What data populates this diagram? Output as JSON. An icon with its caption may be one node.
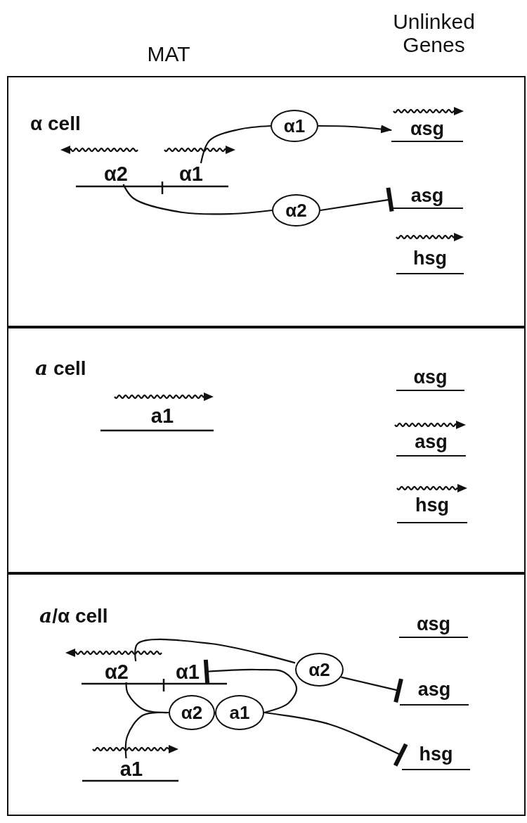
{
  "diagram": {
    "nodes": [
      {
        "text": [
          "α cell"
        ]
      },
      {
        "text": [
          "α2"
        ],
        "in": 0
      },
      {
        "text": [
          "α1"
        ],
        "in": 0
      },
      {
        "text": [
          "α1"
        ],
        "in": 0
      },
      {
        "text": [
          "α2"
        ],
        "in": 0
      },
      {
        "text": [
          "αsg"
        ],
        "in": 0
      },
      {
        "text": [
          "asg"
        ],
        "in": 0
      },
      {
        "text": [
          "hsg"
        ],
        "in": 0
      },
      {
        "text": [
          "*a* cell"
        ]
      },
      {
        "text": [
          "a1"
        ],
        "in": 8
      },
      {
        "text": [
          "αsg"
        ],
        "in": 8
      },
      {
        "text": [
          "asg"
        ],
        "in": 8
      },
      {
        "text": [
          "hsg"
        ],
        "in": 8
      },
      {
        "text": [
          "*a*/α cell"
        ]
      },
      {
        "text": [
          "α2"
        ],
        "in": 13
      },
      {
        "text": [
          "α1"
        ],
        "in": 13
      },
      {
        "text": [
          "a1"
        ],
        "in": 13
      },
      {
        "text": [
          "α2"
        ],
        "in": 13
      },
      {
        "text": [
          "α2"
        ],
        "in": 13
      },
      {
        "text": [
          "a1"
        ],
        "in": 13
      },
      {
        "text": [
          "αsg"
        ],
        "in": 13
      },
      {
        "text": [
          "asg"
        ],
        "in": 13
      },
      {
        "text": [
          "hsg"
        ],
        "in": 13
      }
    ],
    "edges": [
      {
        "from": 2,
        "to": 3,
        "arrow": "none"
      },
      {
        "from": 3,
        "to": 5,
        "arrow": "to"
      },
      {
        "from": 1,
        "to": 4,
        "arrow": "none"
      },
      {
        "from": 4,
        "to": 6,
        "arrow": "other"
      },
      {
        "from": 14,
        "to": 17,
        "arrow": "none"
      },
      {
        "from": 17,
        "to": 21,
        "arrow": "other"
      },
      {
        "from": 14,
        "to": 18,
        "arrow": "none"
      },
      {
        "from": 16,
        "to": 18,
        "arrow": "none"
      },
      {
        "from": 19,
        "to": 15,
        "arrow": "other"
      },
      {
        "from": 19,
        "to": 22,
        "arrow": "other"
      }
    ],
    "labels": [
      "MAT",
      "Unlinked Genes"
    ]
  }
}
